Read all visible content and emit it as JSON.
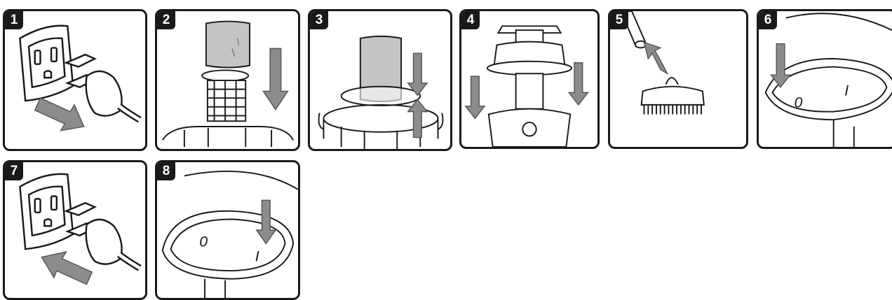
{
  "panels": [
    {
      "number": "1",
      "content": "unplug-cord"
    },
    {
      "number": "2",
      "content": "install-filter-bag"
    },
    {
      "number": "3",
      "content": "secure-filter-bag"
    },
    {
      "number": "4",
      "content": "attach-powerhead"
    },
    {
      "number": "5",
      "content": "attach-brush"
    },
    {
      "number": "6",
      "content": "switch-off"
    },
    {
      "number": "7",
      "content": "plug-in-cord"
    },
    {
      "number": "8",
      "content": "switch-on"
    }
  ],
  "switch_labels": {
    "off": "0",
    "on": "I"
  },
  "colors": {
    "outline": "#1a1a1a",
    "arrow": "#8c8c8c",
    "filter": "#c4c4c4",
    "fill": "#ffffff"
  }
}
